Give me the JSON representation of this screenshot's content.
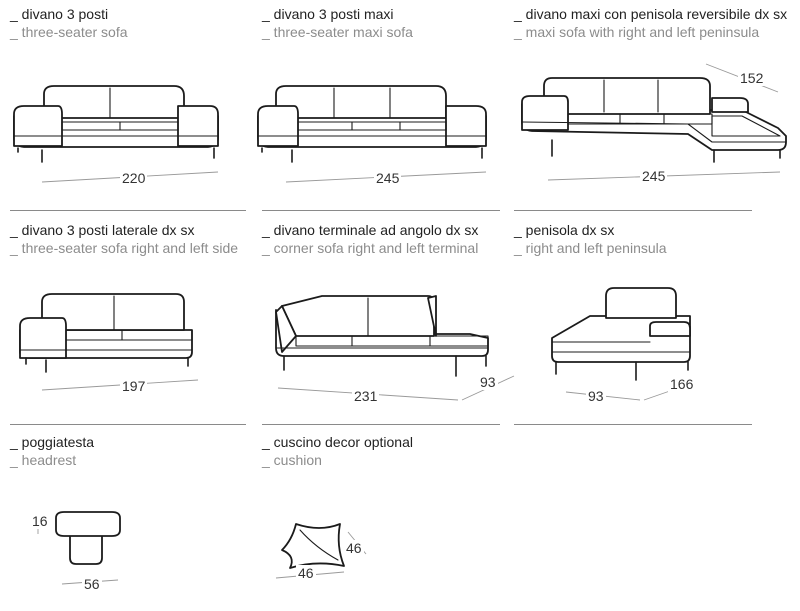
{
  "items": [
    {
      "title": "_ divano 3 posti",
      "subtitle": "_ three-seater sofa",
      "dims": [
        "220"
      ]
    },
    {
      "title": "_ divano 3 posti maxi",
      "subtitle": "_ three-seater maxi sofa",
      "dims": [
        "245"
      ]
    },
    {
      "title": "_ divano maxi con penisola reversibile dx sx",
      "subtitle": "_ maxi sofa with right and left peninsula",
      "dims": [
        "152",
        "245"
      ]
    },
    {
      "title": "_ divano 3 posti laterale dx sx",
      "subtitle": "_ three-seater sofa right and left side",
      "dims": [
        "197"
      ]
    },
    {
      "title": "_ divano terminale ad angolo dx sx",
      "subtitle": "_ corner sofa right and left terminal",
      "dims": [
        "231",
        "93"
      ]
    },
    {
      "title": "_ penisola dx sx",
      "subtitle": "_ right and left peninsula",
      "dims": [
        "93",
        "166"
      ]
    },
    {
      "title": "_ poggiatesta",
      "subtitle": "_ headrest",
      "dims": [
        "16",
        "56"
      ]
    },
    {
      "title": "_ cuscino decor optional",
      "subtitle": "_ cushion",
      "dims": [
        "46",
        "46"
      ]
    }
  ]
}
